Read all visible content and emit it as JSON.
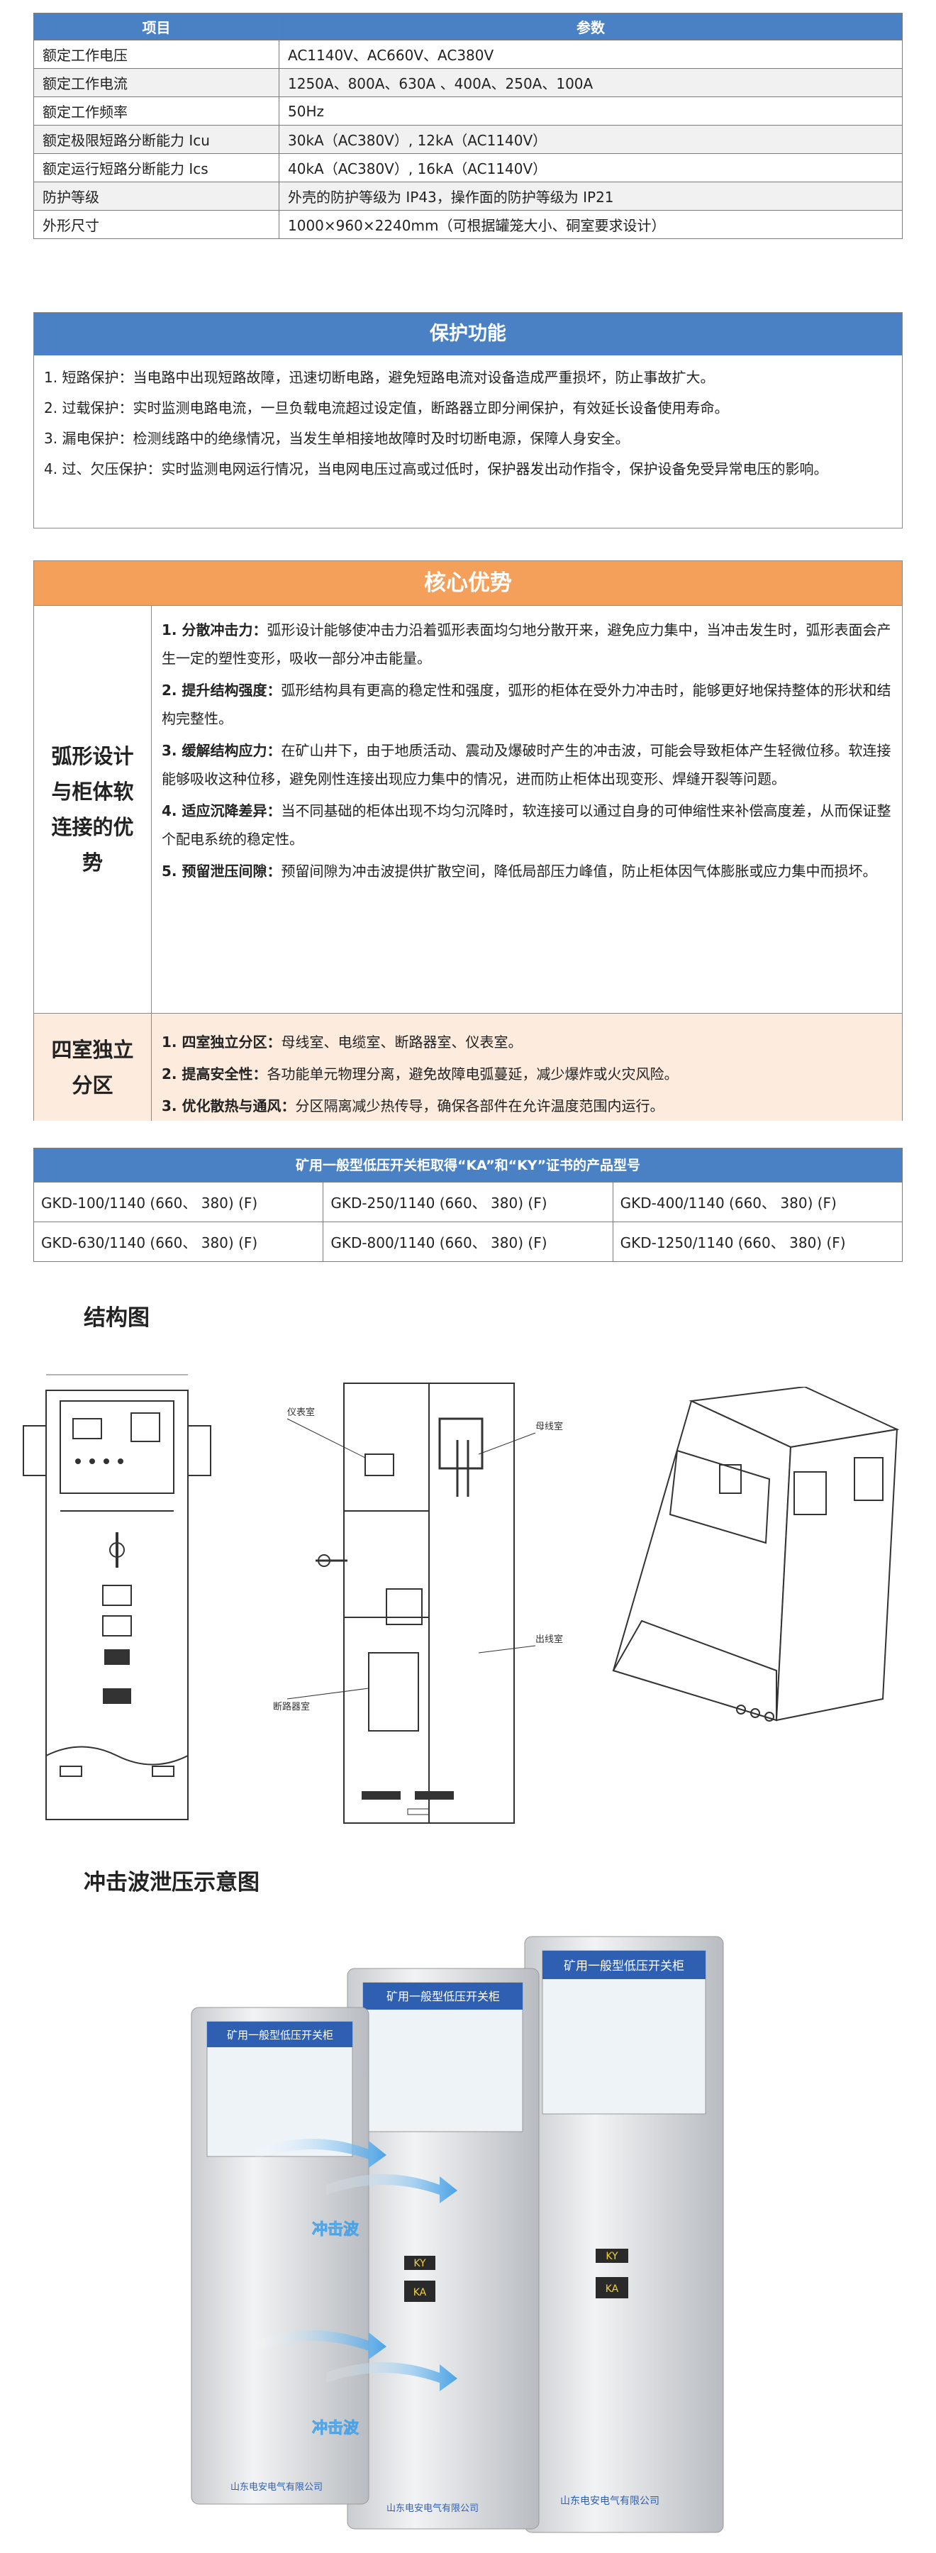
{
  "spec": {
    "head": [
      "项目",
      "参数"
    ],
    "rows": [
      [
        "额定工作电压",
        "AC1140V、AC660V、AC380V"
      ],
      [
        "额定工作电流",
        "1250A、800A、630A 、400A、250A、100A"
      ],
      [
        "额定工作频率",
        "50Hz"
      ],
      [
        "额定极限短路分断能力 Icu",
        "30kA（AC380V）, 12kA（AC1140V）"
      ],
      [
        "额定运行短路分断能力 Ics",
        "40kA（AC380V）, 16kA（AC1140V）"
      ],
      [
        "防护等级",
        "外壳的防护等级为 IP43，操作面的防护等级为 IP21"
      ],
      [
        "外形尺寸",
        "1000×960×2240mm（可根据罐笼大小、硐室要求设计）"
      ]
    ]
  },
  "protect": {
    "title": "保护功能",
    "items": [
      "1. 短路保护：当电路中出现短路故障，迅速切断电路，避免短路电流对设备造成严重损坏，防止事故扩大。",
      "2. 过载保护：实时监测电路电流，一旦负载电流超过设定值，断路器立即分闸保护，有效延长设备使用寿命。",
      "3. 漏电保护：检测线路中的绝缘情况，当发生单相接地故障时及时切断电源，保障人身安全。",
      "4. 过、欠压保护：实时监测电网运行情况，当电网电压过高或过低时，保护器发出动作指令，保护设备免受异常电压的影响。"
    ]
  },
  "core": {
    "title": "核心优势",
    "group1": {
      "label": "弧形设计与柜体软连接的优势",
      "items": [
        {
          "k": "1. 分散冲击力：",
          "v": "弧形设计能够使冲击力沿着弧形表面均匀地分散开来，避免应力集中，当冲击发生时，弧形表面会产生一定的塑性变形，吸收一部分冲击能量。"
        },
        {
          "k": "2. 提升结构强度：",
          "v": "弧形结构具有更高的稳定性和强度，弧形的柜体在受外力冲击时，能够更好地保持整体的形状和结构完整性。"
        },
        {
          "k": "3. 缓解结构应力：",
          "v": "在矿山井下，由于地质活动、震动及爆破时产生的冲击波，可能会导致柜体产生轻微位移。软连接能够吸收这种位移，避免刚性连接出现应力集中的情况，进而防止柜体出现变形、焊缝开裂等问题。"
        },
        {
          "k": "4. 适应沉降差异：",
          "v": "当不同基础的柜体出现不均匀沉降时，软连接可以通过自身的可伸缩性来补偿高度差，从而保证整个配电系统的稳定性。"
        },
        {
          "k": "5. 预留泄压间隙：",
          "v": "预留间隙为冲击波提供扩散空间，降低局部压力峰值，防止柜体因气体膨胀或应力集中而损坏。"
        }
      ]
    },
    "group2": {
      "label": "四室独立分区",
      "items": [
        {
          "k": "1. 四室独立分区：",
          "v": "母线室、电缆室、断路器室、仪表室。"
        },
        {
          "k": "2. 提高安全性：",
          "v": "各功能单元物理分离，避免故障电弧蔓延，减少爆炸或火灾风险。"
        },
        {
          "k": "3. 优化散热与通风：",
          "v": "分区隔离减少热传导，确保各部件在允许温度范围内运行。"
        }
      ]
    }
  },
  "models": {
    "title": "矿用一般型低压开关柜取得“KA”和“KY”证书的产品型号",
    "rows": [
      [
        "GKD-100/1140 (660、 380) (F)",
        "GKD-250/1140 (660、 380) (F)",
        "GKD-400/1140 (660、 380) (F)"
      ],
      [
        "GKD-630/1140 (660、 380) (F)",
        "GKD-800/1140 (660、 380) (F)",
        "GKD-1250/1140 (660、 380) (F)"
      ]
    ]
  },
  "structure": {
    "title": "结构图",
    "labels": {
      "instrument_room": "仪表室",
      "busbar_room": "母线室",
      "breaker_room": "断路器室",
      "outlet_room": "出线室"
    }
  },
  "wave": {
    "title": "冲击波泄压示意图",
    "cabinet_label": "矿用一般型低压开关柜",
    "arrow_label": "冲击波",
    "badge_ky": "KY",
    "badge_ka": "KA",
    "company": "山东电安电气有限公司"
  },
  "colors": {
    "blue": "#4a81c4",
    "orange": "#f5a05a",
    "peach": "#fdebdd",
    "arrow": "#4aa3e6"
  }
}
